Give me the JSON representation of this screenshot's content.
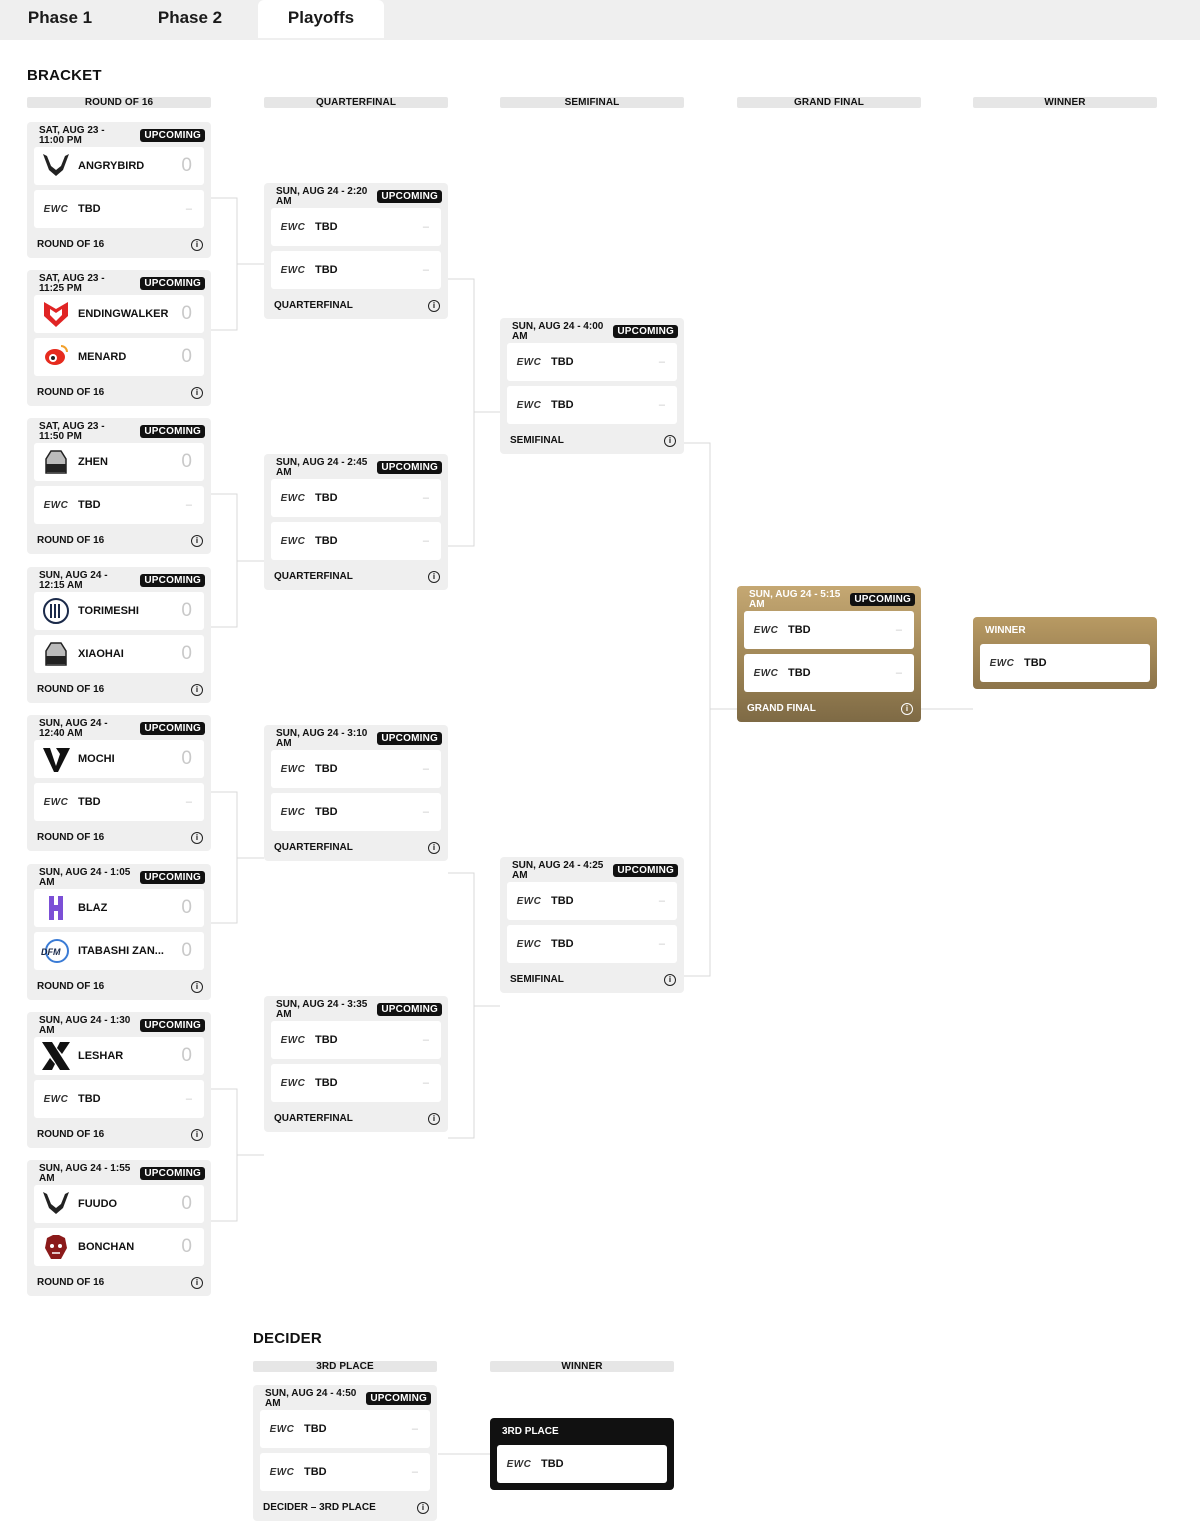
{
  "tabs": [
    {
      "label": "Phase 1",
      "active": false
    },
    {
      "label": "Phase 2",
      "active": false
    },
    {
      "label": "Playoffs",
      "active": true
    }
  ],
  "bracket": {
    "title": "BRACKET",
    "rounds": [
      "ROUND OF 16",
      "QUARTERFINAL",
      "SEMIFINAL",
      "GRAND FINAL",
      "WINNER"
    ],
    "round_of_16": [
      {
        "date": "SAT, AUG 23 - 11:00 PM",
        "status": "UPCOMING",
        "team1": "ANGRYBIRD",
        "score1": "0",
        "team2": "TBD",
        "score2": "–",
        "label": "ROUND OF 16"
      },
      {
        "date": "SAT, AUG 23 - 11:25 PM",
        "status": "UPCOMING",
        "team1": "ENDINGWALKER",
        "score1": "0",
        "team2": "MENARD",
        "score2": "0",
        "label": "ROUND OF 16"
      },
      {
        "date": "SAT, AUG 23 - 11:50 PM",
        "status": "UPCOMING",
        "team1": "ZHEN",
        "score1": "0",
        "team2": "TBD",
        "score2": "–",
        "label": "ROUND OF 16"
      },
      {
        "date": "SUN, AUG 24 - 12:15 AM",
        "status": "UPCOMING",
        "team1": "TORIMESHI",
        "score1": "0",
        "team2": "XIAOHAI",
        "score2": "0",
        "label": "ROUND OF 16"
      },
      {
        "date": "SUN, AUG 24 - 12:40 AM",
        "status": "UPCOMING",
        "team1": "MOCHI",
        "score1": "0",
        "team2": "TBD",
        "score2": "–",
        "label": "ROUND OF 16"
      },
      {
        "date": "SUN, AUG 24 - 1:05 AM",
        "status": "UPCOMING",
        "team1": "BLAZ",
        "score1": "0",
        "team2": "ITABASHI ZAN...",
        "score2": "0",
        "label": "ROUND OF 16"
      },
      {
        "date": "SUN, AUG 24 - 1:30 AM",
        "status": "UPCOMING",
        "team1": "LESHAR",
        "score1": "0",
        "team2": "TBD",
        "score2": "–",
        "label": "ROUND OF 16"
      },
      {
        "date": "SUN, AUG 24 - 1:55 AM",
        "status": "UPCOMING",
        "team1": "FUUDO",
        "score1": "0",
        "team2": "BONCHAN",
        "score2": "0",
        "label": "ROUND OF 16"
      }
    ],
    "quarterfinal": [
      {
        "date": "SUN, AUG 24 - 2:20 AM",
        "status": "UPCOMING",
        "team1": "TBD",
        "score1": "–",
        "team2": "TBD",
        "score2": "–",
        "label": "QUARTERFINAL"
      },
      {
        "date": "SUN, AUG 24 - 2:45 AM",
        "status": "UPCOMING",
        "team1": "TBD",
        "score1": "–",
        "team2": "TBD",
        "score2": "–",
        "label": "QUARTERFINAL"
      },
      {
        "date": "SUN, AUG 24 - 3:10 AM",
        "status": "UPCOMING",
        "team1": "TBD",
        "score1": "–",
        "team2": "TBD",
        "score2": "–",
        "label": "QUARTERFINAL"
      },
      {
        "date": "SUN, AUG 24 - 3:35 AM",
        "status": "UPCOMING",
        "team1": "TBD",
        "score1": "–",
        "team2": "TBD",
        "score2": "–",
        "label": "QUARTERFINAL"
      }
    ],
    "semifinal": [
      {
        "date": "SUN, AUG 24 - 4:00 AM",
        "status": "UPCOMING",
        "team1": "TBD",
        "score1": "–",
        "team2": "TBD",
        "score2": "–",
        "label": "SEMIFINAL"
      },
      {
        "date": "SUN, AUG 24 - 4:25 AM",
        "status": "UPCOMING",
        "team1": "TBD",
        "score1": "–",
        "team2": "TBD",
        "score2": "–",
        "label": "SEMIFINAL"
      }
    ],
    "grand_final": {
      "date": "SUN, AUG 24 - 5:15 AM",
      "status": "UPCOMING",
      "team1": "TBD",
      "score1": "–",
      "team2": "TBD",
      "score2": "–",
      "label": "GRAND FINAL"
    },
    "winner": {
      "label": "WINNER",
      "team": "TBD"
    }
  },
  "decider": {
    "title": "DECIDER",
    "rounds": [
      "3RD PLACE",
      "WINNER"
    ],
    "match": {
      "date": "SUN, AUG 24 - 4:50 AM",
      "status": "UPCOMING",
      "team1": "TBD",
      "score1": "–",
      "team2": "TBD",
      "score2": "–",
      "label": "DECIDER – 3RD PLACE"
    },
    "winner": {
      "label": "3RD PLACE",
      "team": "TBD"
    }
  },
  "icons": {
    "info": "info-icon",
    "org_logo": "ewc-logo"
  },
  "colors": {
    "badge": "#111111",
    "gold": "#a88b57",
    "card": "#efefef"
  }
}
